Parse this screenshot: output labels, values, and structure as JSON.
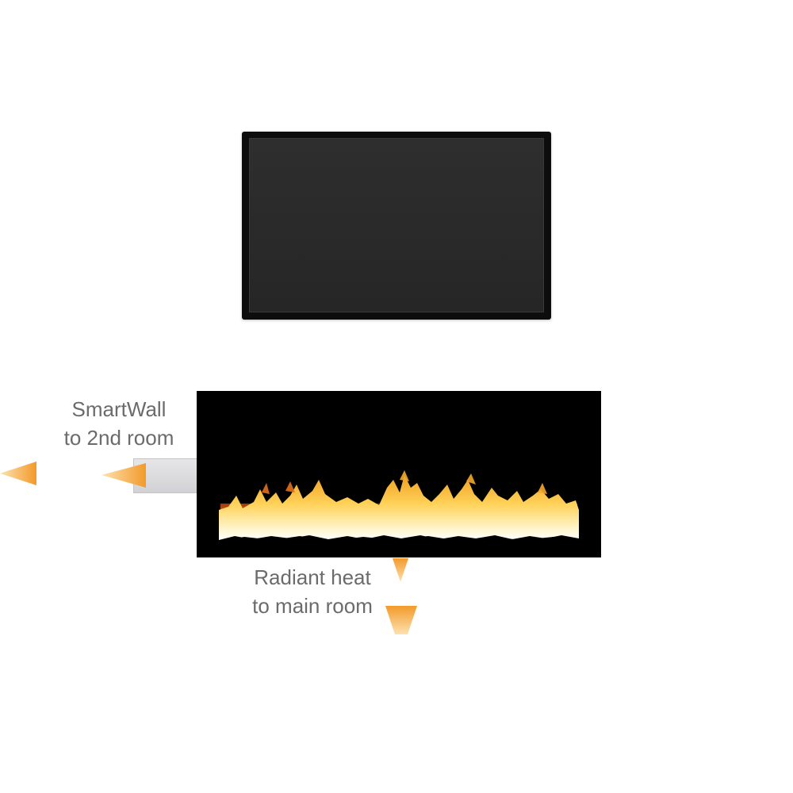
{
  "labels": {
    "smartwall": {
      "line1": "SmartWall",
      "line2": "to 2nd room"
    },
    "radiant": {
      "line1": "Radiant heat",
      "line2": "to main room"
    }
  },
  "colors": {
    "background": "#ffffff",
    "label_text": "#6b6b6b",
    "arrow_orange": "#f39a2a",
    "arrow_light": "#fde2b0",
    "firebox": "#000000",
    "tv_bezel": "#0d0d0d",
    "tv_screen": "#2a2a2a",
    "duct": "#dcdce0"
  }
}
